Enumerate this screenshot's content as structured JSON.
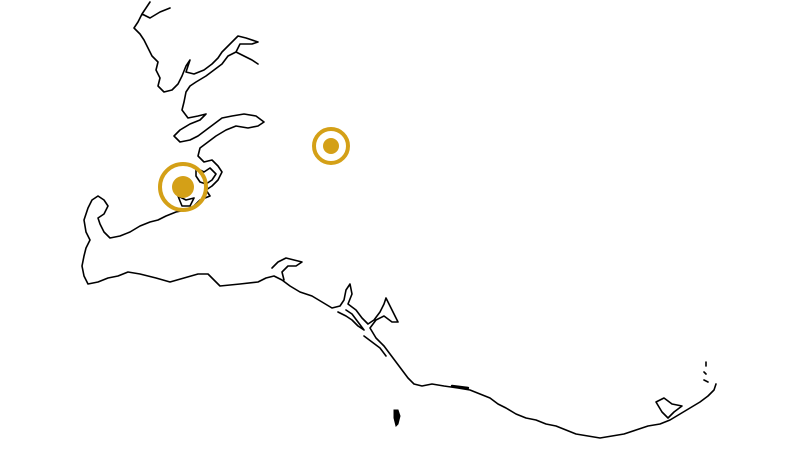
{
  "map": {
    "background_color": "#ffffff",
    "coastline_color": "#000000",
    "marker_color": "#d4a017",
    "markers": [
      {
        "id": "marker-1",
        "icon": "location-target-icon",
        "size": "large"
      },
      {
        "id": "marker-2",
        "icon": "location-target-icon",
        "size": "small"
      }
    ]
  }
}
